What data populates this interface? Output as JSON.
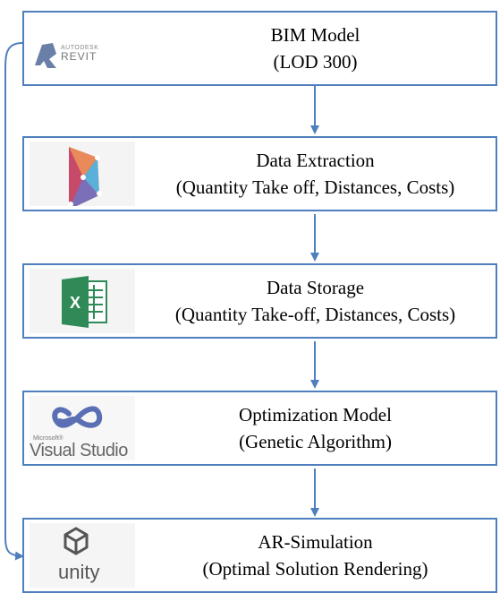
{
  "steps": [
    {
      "title": "BIM Model",
      "subtitle": "(LOD 300)",
      "logo_icon": "autodesk-revit-logo"
    },
    {
      "title": "Data Extraction",
      "subtitle": "(Quantity Take off, Distances, Costs)",
      "logo_icon": "dynamo-logo"
    },
    {
      "title": "Data Storage",
      "subtitle": "(Quantity Take-off, Distances, Costs)",
      "logo_icon": "excel-logo"
    },
    {
      "title": "Optimization Model",
      "subtitle": "(Genetic Algorithm)",
      "logo_icon": "visual-studio-logo"
    },
    {
      "title": "AR-Simulation",
      "subtitle": "(Optimal Solution Rendering)",
      "logo_icon": "unity-logo"
    }
  ],
  "logos": {
    "revit_small": "AUTODESK",
    "revit_big": "REVIT",
    "vs_small": "Microsoft®",
    "vs_big": "Visual Studio",
    "unity": "unity"
  },
  "colors": {
    "border": "#4f80bd",
    "arrow": "#4f80bd"
  }
}
